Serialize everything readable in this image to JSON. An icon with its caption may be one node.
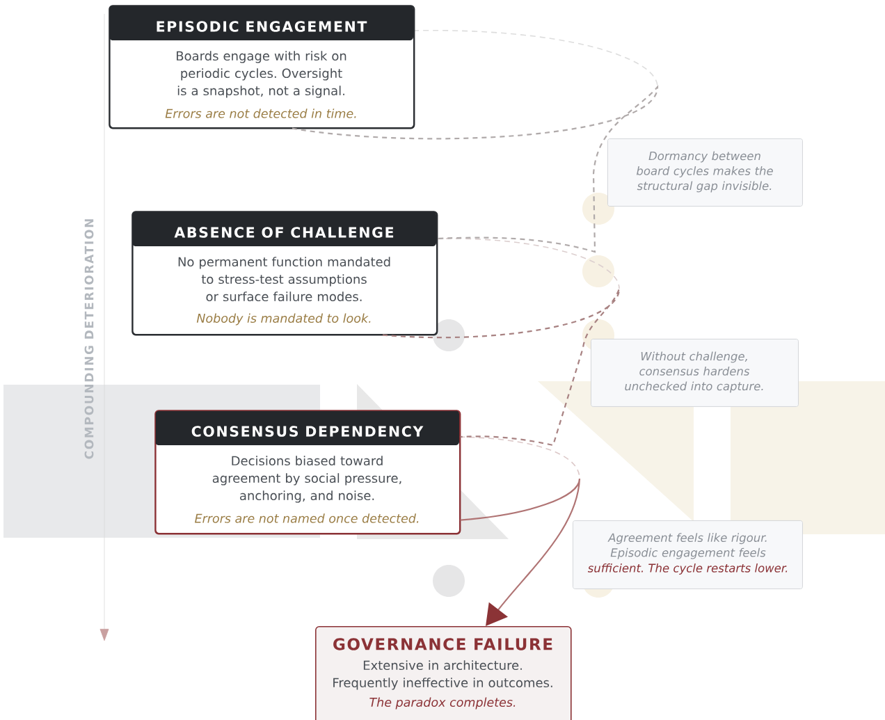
{
  "diagram": {
    "nodes": [
      {
        "text": [
          "EPISODIC ENGAGEMENT",
          "Boards engage with risk on periodic cycles. Oversight is a snapshot, not a signal.",
          "Errors are not detected in time."
        ]
      },
      {
        "text": [
          "Dormancy between board cycles makes the structural gap invisible."
        ]
      },
      {
        "text": [
          "ABSENCE OF CHALLENGE",
          "No permanent function mandated to stress-test assumptions or surface failure modes.",
          "Nobody is mandated to look."
        ]
      },
      {
        "text": [
          "Without challenge, consensus hardens unchecked into capture."
        ]
      },
      {
        "text": [
          "CONSENSUS DEPENDENCY",
          "Decisions biased toward agreement by social pressure, anchoring, and noise.",
          "Errors are not named once detected."
        ]
      },
      {
        "text": [
          "Agreement feels like rigour. Episodic engagement feels",
          "sufficient. The cycle restarts lower."
        ]
      },
      {
        "text": [
          "GOVERNANCE FAILURE",
          "Extensive in architecture. Frequently ineffective in outcomes.",
          "The paradox completes."
        ]
      }
    ],
    "edges": [
      {
        "from": 0,
        "to": 2,
        "arrow": "none",
        "style": "dashed",
        "color": "#b0aaaa"
      },
      {
        "from": 2,
        "to": 4,
        "arrow": "none",
        "style": "dashed",
        "color": "#a88282"
      },
      {
        "from": 4,
        "to": 6,
        "arrow": "to",
        "color": "#b07474"
      }
    ],
    "labels": [
      "COMPOUNDING DETERIORATION"
    ]
  }
}
